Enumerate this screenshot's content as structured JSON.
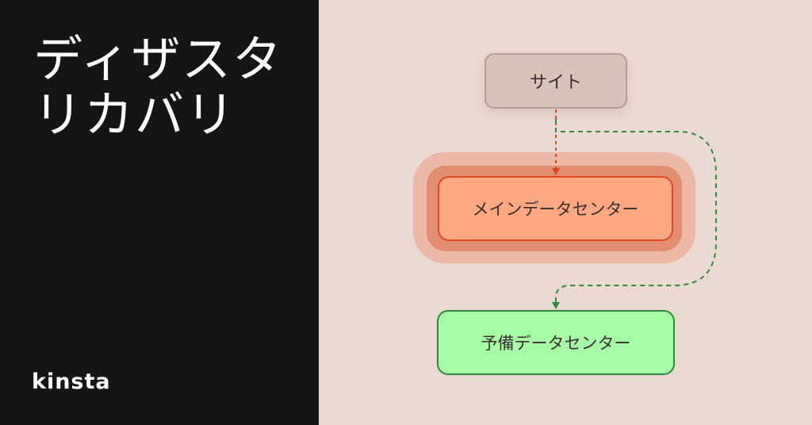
{
  "title": {
    "line1": "ディザスタ",
    "line2": "リカバリ"
  },
  "logo": {
    "text": "kinsta"
  },
  "nodes": {
    "site": "サイト",
    "main": "メインデータセンター",
    "backup": "予備データセンター"
  },
  "colors": {
    "left_background": "#161414",
    "right_background": "#ead9d0",
    "site_fill": "#d6c4bb",
    "main_fill": "#fea983",
    "main_border": "#e2481f",
    "backup_fill": "#a6fda7",
    "backup_border": "#2f8a3f",
    "primary_arrow": "#e2481f",
    "failover_arrow": "#2f8a3f"
  }
}
